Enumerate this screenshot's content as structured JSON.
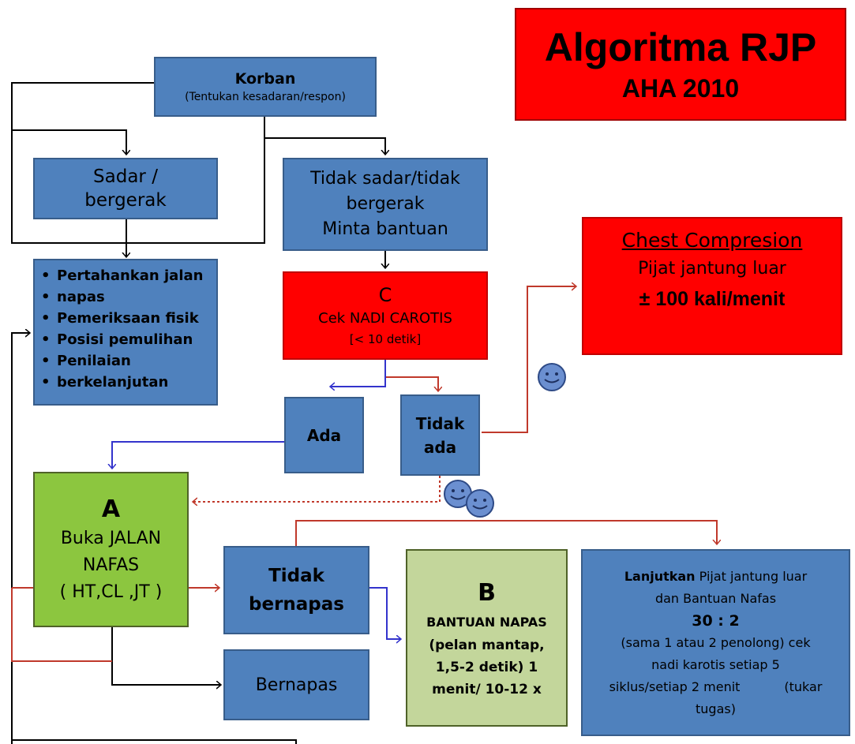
{
  "title": {
    "main": "Algoritma RJP",
    "sub": "AHA 2010"
  },
  "korban": {
    "title": "Korban",
    "subtitle": "(Tentukan kesadaran/respon)"
  },
  "sadar": {
    "line1": "Sadar /",
    "line2": "bergerak"
  },
  "tidak_sadar": {
    "line1": "Tidak sadar/tidak",
    "line2": "bergerak",
    "line3": "Minta bantuan"
  },
  "perawatan": {
    "items": [
      "Pertahankan jalan",
      "napas",
      "Pemeriksaan fisik",
      "Posisi pemulihan",
      "Penilaian",
      "berkelanjutan"
    ]
  },
  "c_box": {
    "letter": "C",
    "line1": "Cek NADI CAROTIS",
    "line2": "[< 10 detik]"
  },
  "chest": {
    "title": "Chest Compresion",
    "line1": "Pijat jantung luar",
    "line2": "± 100 kali/menit"
  },
  "ada": {
    "label": "Ada"
  },
  "tidak_ada": {
    "line1": "Tidak",
    "line2": "ada"
  },
  "a_box": {
    "letter": "A",
    "line1": "Buka JALAN",
    "line2": "NAFAS",
    "line3": "( HT,CL ,JT )"
  },
  "tidak_bernapas": {
    "line1": "Tidak",
    "line2": "bernapas"
  },
  "bernapas": {
    "label": "Bernapas"
  },
  "b_box": {
    "letter": "B",
    "line1": "BANTUAN NAPAS",
    "line2": "(pelan mantap,",
    "line3": "1,5-2 detik) 1",
    "line4": "menit/ 10-12 x"
  },
  "lanjutkan": {
    "bold": "Lanjutkan",
    "rest1": " Pijat jantung luar",
    "line2": "dan Bantuan Nafas",
    "ratio": "30 : 2",
    "line4": "(sama 1 atau 2 penolong) cek",
    "line5": "nadi karotis setiap 5",
    "line6": "siklus/setiap 2 menit           (tukar",
    "line7": "tugas)"
  },
  "colors": {
    "blue": "#4f81bd",
    "red": "#ff0000",
    "green": "#8cc63f",
    "light_green": "#c3d69b",
    "arrow_dark": "#000000",
    "arrow_red": "#c0392b",
    "arrow_blue": "#3333cc"
  }
}
